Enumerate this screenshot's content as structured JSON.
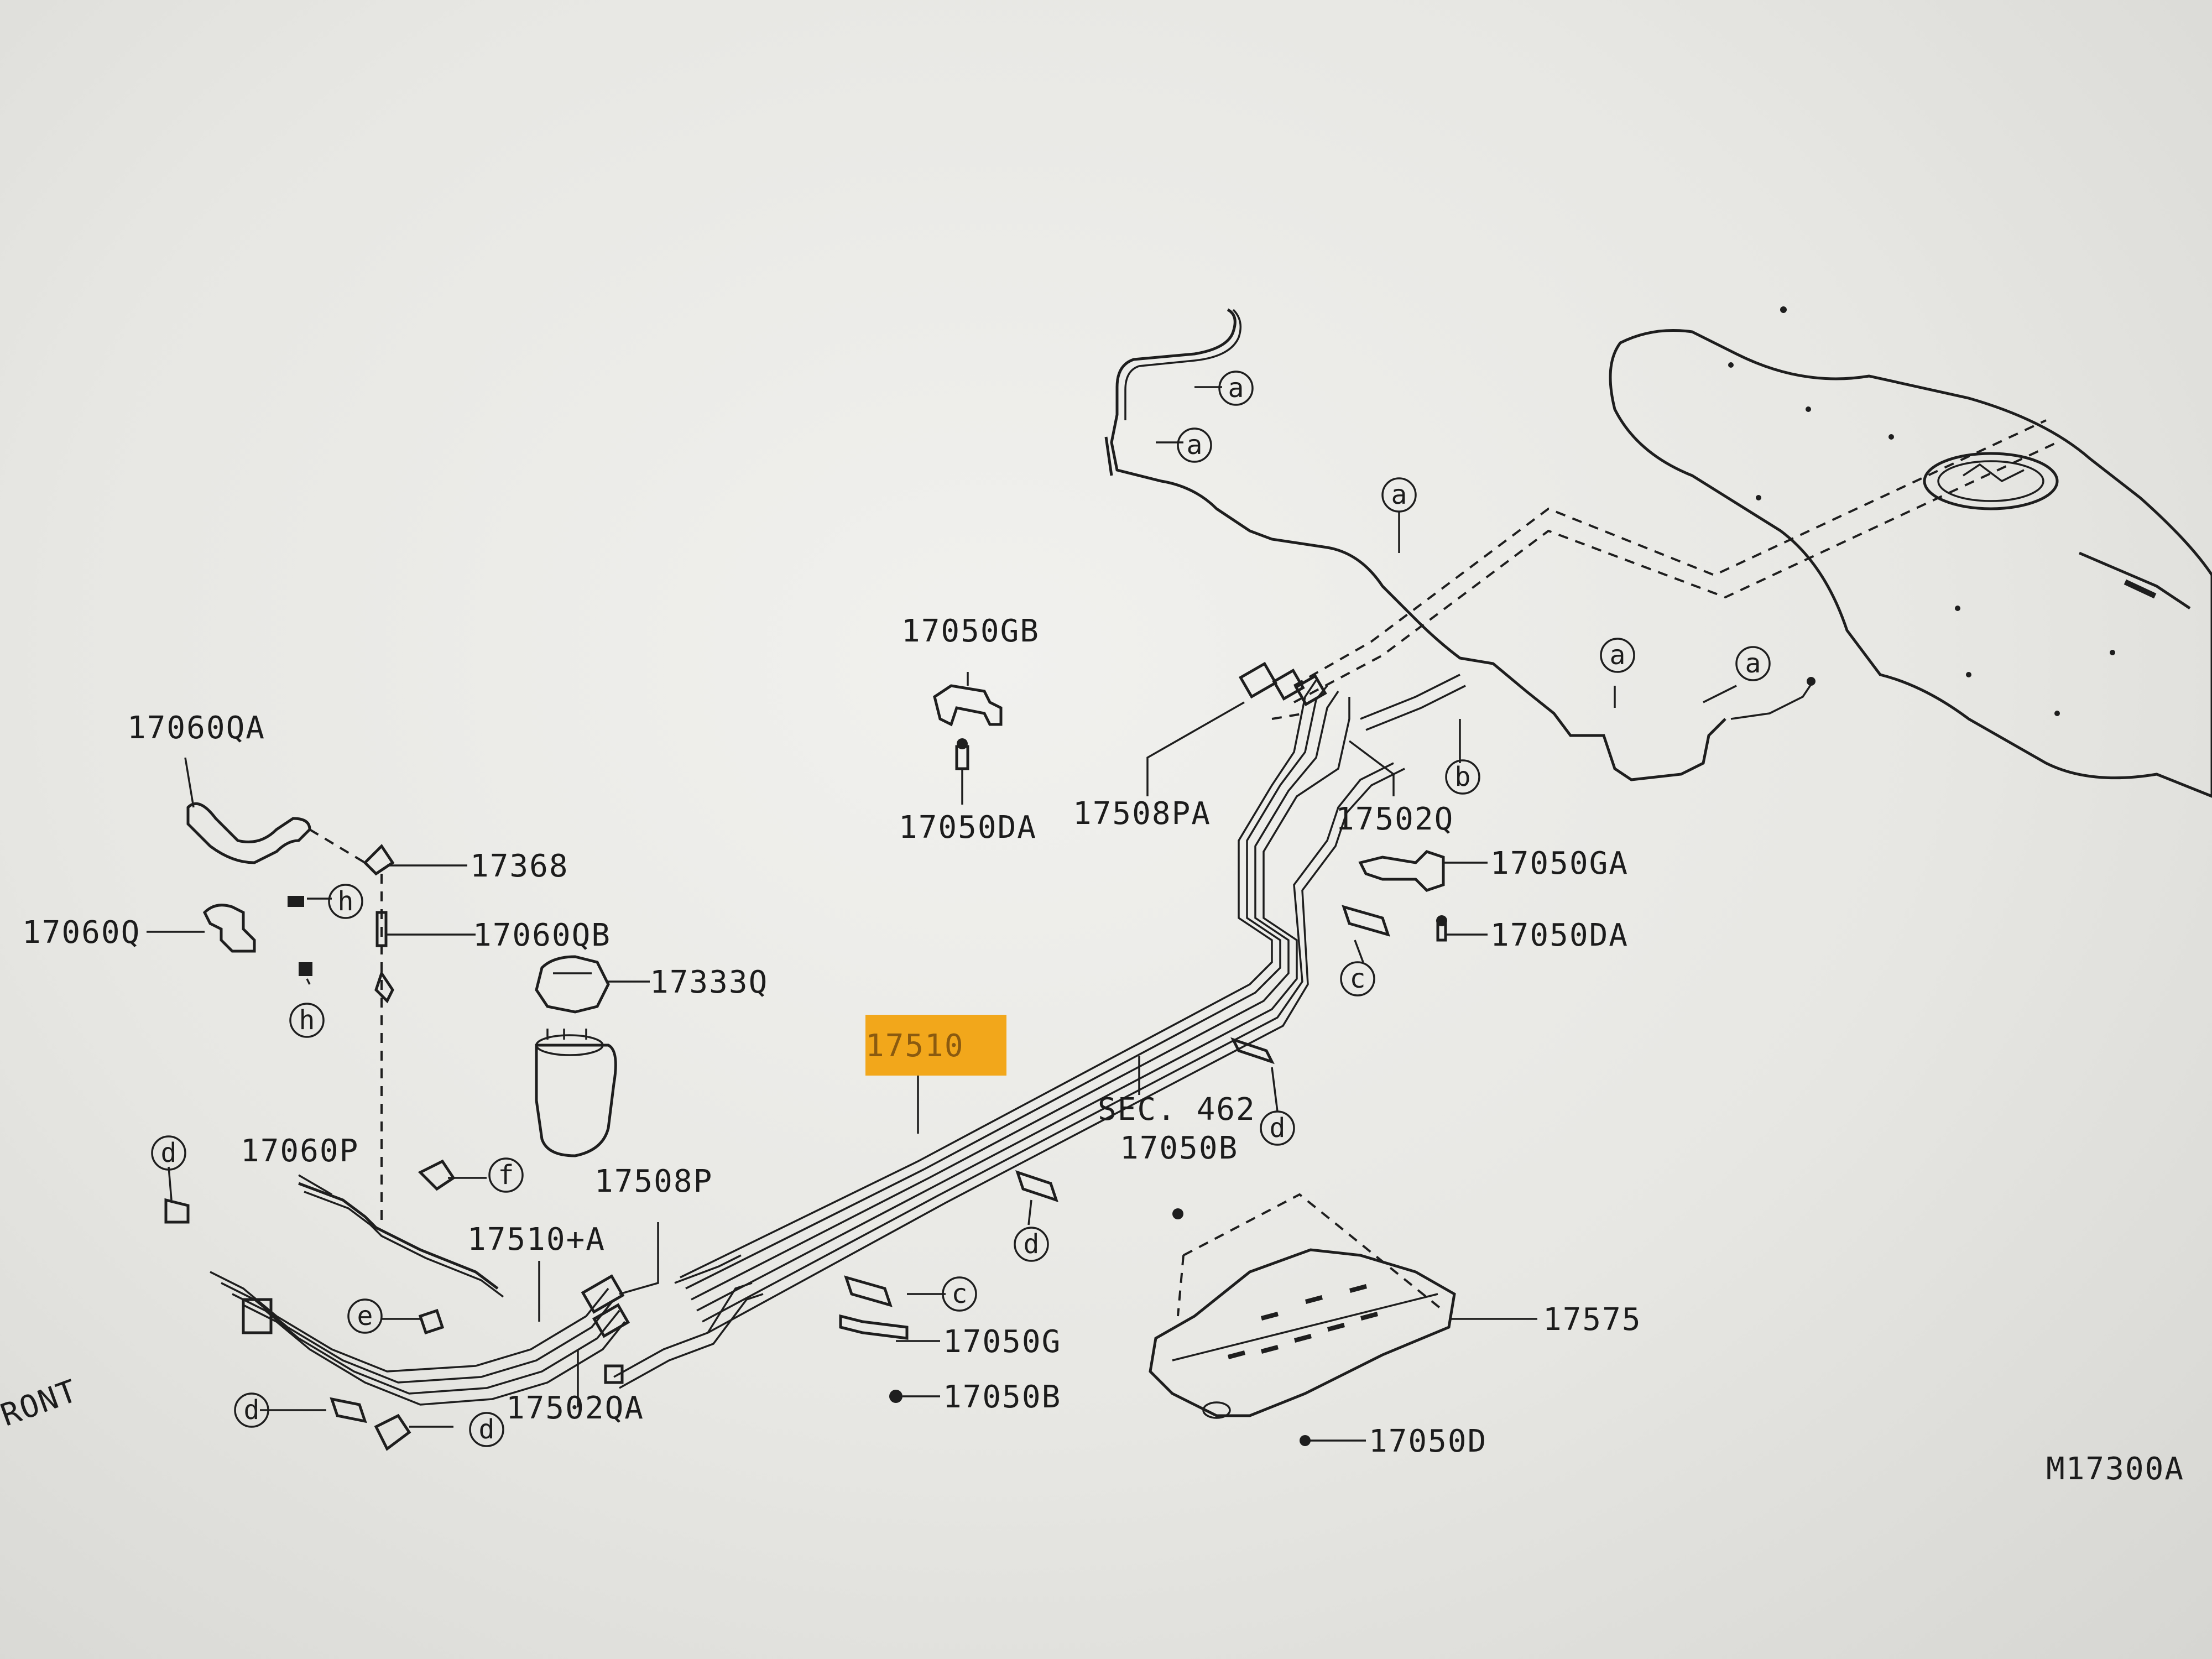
{
  "colors": {
    "ink": "#1e1e1e",
    "paper": "#eeeeea",
    "highlight": "#f2a71b"
  },
  "diagram_code": "M17300A",
  "front_label": "RONT",
  "highlighted_part": "17510",
  "callouts": [
    {
      "id": "17060QA",
      "text": "17060QA"
    },
    {
      "id": "17368",
      "text": "17368"
    },
    {
      "id": "17060Q",
      "text": "17060Q"
    },
    {
      "id": "17060QB",
      "text": "17060QB"
    },
    {
      "id": "17333Q",
      "text": "17333Q"
    },
    {
      "id": "17060P",
      "text": "17060P"
    },
    {
      "id": "17508P",
      "text": "17508P"
    },
    {
      "id": "17510+A",
      "text": "17510+A"
    },
    {
      "id": "17502QA",
      "text": "17502QA"
    },
    {
      "id": "17050GB",
      "text": "17050GB"
    },
    {
      "id": "17050DA-top",
      "text": "17050DA"
    },
    {
      "id": "17508PA",
      "text": "17508PA"
    },
    {
      "id": "17502Q",
      "text": "17502Q"
    },
    {
      "id": "17050GA",
      "text": "17050GA"
    },
    {
      "id": "17050DA-right",
      "text": "17050DA"
    },
    {
      "id": "SEC462",
      "text": "SEC. 462"
    },
    {
      "id": "17050B-top",
      "text": "17050B"
    },
    {
      "id": "17575",
      "text": "17575"
    },
    {
      "id": "17050G",
      "text": "17050G"
    },
    {
      "id": "17050B-bottom",
      "text": "17050B"
    },
    {
      "id": "17050D",
      "text": "17050D"
    }
  ],
  "markers": [
    "a",
    "b",
    "c",
    "d",
    "e",
    "f",
    "h"
  ]
}
